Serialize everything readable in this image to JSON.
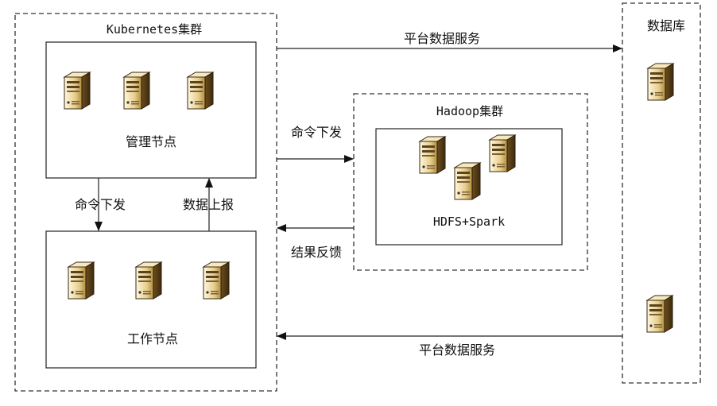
{
  "kubernetes": {
    "title": "Kubernetes集群",
    "master": "管理节点",
    "worker": "工作节点",
    "cmd_down": "命令下发",
    "data_up": "数据上报"
  },
  "hadoop": {
    "title": "Hadoop集群",
    "inner": "HDFS+Spark"
  },
  "database": {
    "title": "数据库"
  },
  "edges": {
    "top_service": "平台数据服务",
    "bottom_service": "平台数据服务",
    "cmd": "命令下发",
    "result": "结果反馈"
  },
  "icons": {
    "server": "server-icon"
  }
}
